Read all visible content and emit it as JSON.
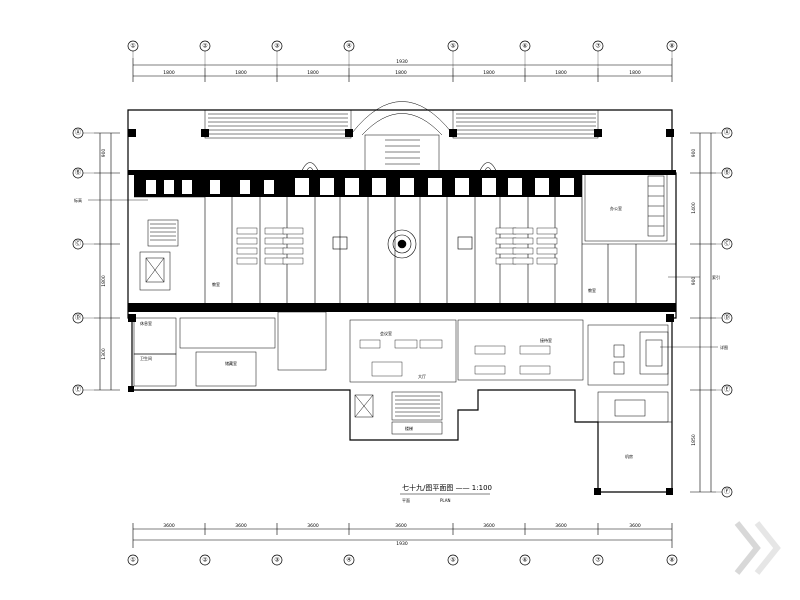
{
  "drawing": {
    "title": "七十九/图平面图 —— 1:100",
    "scale_note": "平面",
    "ref": "PLAN"
  },
  "axes": {
    "top": [
      "①",
      "②",
      "③",
      "④",
      "⑤",
      "⑥",
      "⑦",
      "⑧"
    ],
    "bottom": [
      "①",
      "②",
      "③",
      "④",
      "⑤",
      "⑥",
      "⑦",
      "⑧"
    ],
    "left": [
      "Ⓐ",
      "Ⓑ",
      "Ⓒ",
      "Ⓓ",
      "Ⓔ"
    ],
    "right": [
      "Ⓐ",
      "Ⓑ",
      "Ⓒ",
      "Ⓓ",
      "Ⓔ",
      "Ⓕ"
    ]
  },
  "dimensions": {
    "top_total": "1930",
    "top_segments": [
      "1800",
      "1800",
      "1800",
      "1800",
      "1800",
      "1800",
      "1800"
    ],
    "bottom_total": "1930",
    "bottom_segments": [
      "3600",
      "3600",
      "3600",
      "3600",
      "3600",
      "3600",
      "3600"
    ],
    "left_segments": [
      "900",
      "1800",
      "1300"
    ],
    "right_segments": [
      "900",
      "1400",
      "900",
      "1850"
    ]
  },
  "rooms": {
    "classroom_a": "教室",
    "classroom_b": "教室",
    "office": "办公室",
    "meeting": "会议室",
    "reception": "接待室",
    "storage": "储藏室",
    "wc": "卫生间",
    "lounge": "休息室",
    "hall": "大厅",
    "stair": "楼梯",
    "machine": "机房"
  },
  "callouts": {
    "left_tag": "标高",
    "right_tag": "索引",
    "right_tag2": "详图"
  }
}
